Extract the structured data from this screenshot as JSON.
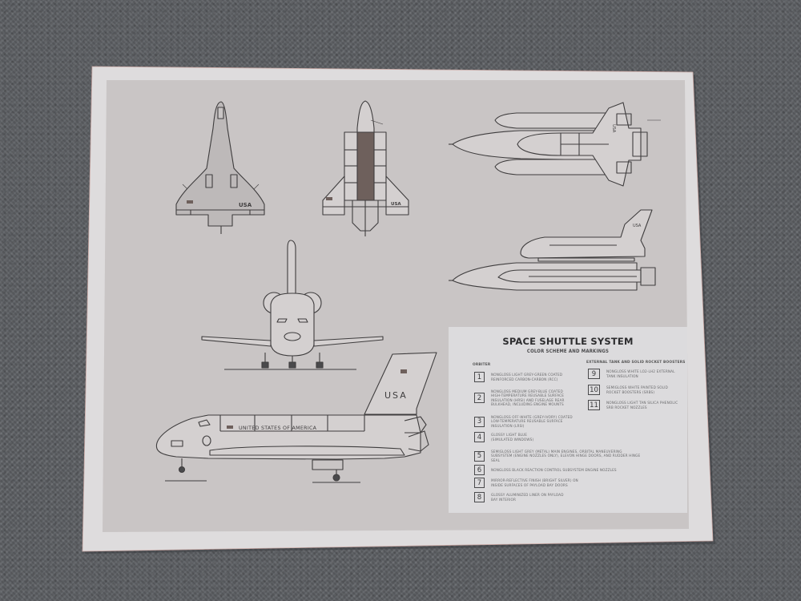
{
  "scene": {
    "description": "Printed Space Shuttle System line-drawing sheet lying on a grey carpet",
    "colors": {
      "carpet": "#5d6064",
      "paper_border": "#dedcdd",
      "paper_panel": "#c9c5c5",
      "legend_box": "#dcdbdd",
      "ink": "#3a3a3c",
      "payload_bay_liner": "#6e605c"
    }
  },
  "drawings": {
    "top_view_label": "USA",
    "bottom_view_label": "USA",
    "side_view_fuselage_text": "UNITED STATES OF AMERICA",
    "side_view_tail_text": "USA",
    "stack_top_label": "USA",
    "stack_side_label": "USA"
  },
  "legend": {
    "title": "SPACE SHUTTLE SYSTEM",
    "subtitle": "COLOR SCHEME AND MARKINGS",
    "orbiter_heading": "ORBITER",
    "et_srb_heading": "EXTERNAL TANK AND SOLID ROCKET BOOSTERS",
    "orbiter_items": [
      {
        "num": "1",
        "text": "NONGLOSS LIGHT GREY-GREEN COATED REINFORCED CARBON-CARBON (RCC)"
      },
      {
        "num": "2",
        "text": "NONGLOSS MEDIUM GREY-BLUE COATED HIGH-TEMPERATURE REUSABLE SURFACE INSULATION (HRSI) AND FUSELAGE REAR BULKHEAD, INCLUDING ENGINE MOUNTS"
      },
      {
        "num": "3",
        "text": "NONGLOSS OFF-WHITE (GREY-IVORY) COATED LOW-TEMPERATURE REUSABLE SURFACE INSULATION (LRSI)"
      },
      {
        "num": "4",
        "text": "GLOSSY LIGHT BLUE (SIMULATED WINDOWS)"
      },
      {
        "num": "5",
        "text": "SEMIGLOSS LIGHT GREY (METAL) MAIN ENGINES, ORBITAL MANEUVERING SUBSYSTEM (ENGINE NOZZLES ONLY), ELEVON HINGE DOORS, AND RUDDER HINGE SEAL"
      },
      {
        "num": "6",
        "text": "NONGLOSS BLACK REACTION CONTROL SUBSYSTEM ENGINE NOZZLES"
      },
      {
        "num": "7",
        "text": "MIRROR-REFLECTIVE FINISH (BRIGHT SILVER) ON INSIDE SURFACES OF PAYLOAD BAY DOORS"
      },
      {
        "num": "8",
        "text": "GLOSSY ALUMINIZED LINER ON PAYLOAD BAY INTERIOR"
      }
    ],
    "et_srb_items": [
      {
        "num": "9",
        "text": "NONGLOSS WHITE LO2-LH2 EXTERNAL TANK INSULATION"
      },
      {
        "num": "10",
        "text": "SEMIGLOSS WHITE PAINTED SOLID ROCKET BOOSTERS (SRBS)"
      },
      {
        "num": "11",
        "text": "NONGLOSS LIGHT TAN SILICA PHENOLIC SRB ROCKET NOZZLES"
      }
    ]
  }
}
